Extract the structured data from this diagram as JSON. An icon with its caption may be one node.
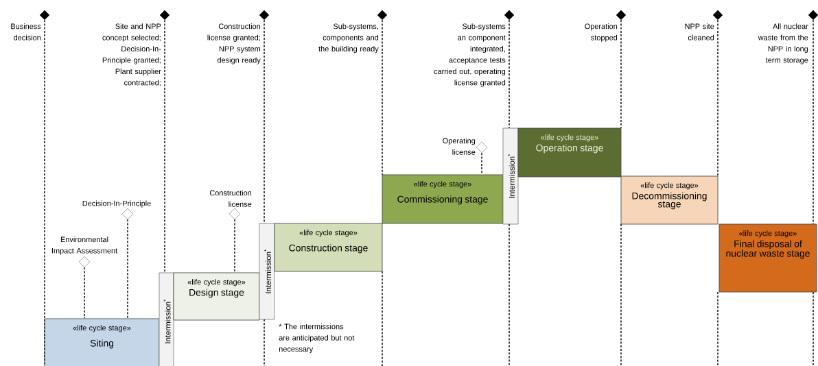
{
  "diagram": {
    "nodes": [
      {
        "text": [],
        "shape": "diamond",
        "beside": [
          "Business decision"
        ]
      },
      {
        "text": [],
        "shape": "diamond",
        "beside": [
          "Site and NPP concept selected; Decision-In-Principle granted; Plant supplier contracted;"
        ]
      },
      {
        "text": [],
        "shape": "diamond",
        "beside": [
          "Construction license granted; NPP system design ready"
        ]
      },
      {
        "text": [],
        "shape": "diamond",
        "beside": [
          "Sub-systems, components and the building ready"
        ]
      },
      {
        "text": [],
        "shape": "diamond",
        "beside": [
          "Sub-systems an component integrated, acceptance tests carried out, operating license granted"
        ]
      },
      {
        "text": [],
        "shape": "diamond",
        "beside": [
          "Operation stopped"
        ]
      },
      {
        "text": [],
        "shape": "diamond",
        "beside": [
          "NPP site cleaned"
        ]
      },
      {
        "text": [],
        "shape": "diamond",
        "beside": [
          "All nuclear waste from the NPP in long term storage"
        ]
      },
      {
        "text": [],
        "shape": "diamond",
        "beside": [
          "Environmental Impact Assessment"
        ]
      },
      {
        "text": [],
        "shape": "diamond",
        "beside": [
          "Decision-In-Principle"
        ]
      },
      {
        "text": [],
        "shape": "diamond",
        "beside": [
          "Construction license"
        ]
      },
      {
        "text": [],
        "shape": "diamond",
        "beside": [
          "Operating license"
        ]
      },
      {
        "text": [
          "«life cycle stage»",
          "Siting"
        ]
      },
      {
        "text": [
          "Intermission$^{*}$"
        ]
      },
      {
        "text": [
          "«life cycle stage»",
          "Design stage"
        ]
      },
      {
        "text": [
          "Intermission$^{*}$"
        ]
      },
      {
        "text": [
          "«life cycle stage»",
          "Construction stage"
        ]
      },
      {
        "text": [
          "«life cycle stage»",
          "Commissioning stage"
        ]
      },
      {
        "text": [
          "Intermission$^{*}$"
        ]
      },
      {
        "text": [
          "«life cycle stage»",
          "Operation stage"
        ]
      },
      {
        "text": [
          "«life cycle stage»",
          "Decommissioning stage"
        ]
      },
      {
        "text": [
          "«life cycle stage»",
          "Final disposal of nuclear waste stage"
        ]
      }
    ],
    "edges": [
      {
        "from": 0,
        "to": 12,
        "arrow": "none",
        "style": "dashed"
      },
      {
        "from": 1,
        "to": 13,
        "arrow": "none",
        "style": "dashed"
      },
      {
        "from": 2,
        "to": null,
        "arrow": "none",
        "style": "dashed"
      },
      {
        "from": 3,
        "to": null,
        "arrow": "none",
        "style": "dashed"
      },
      {
        "from": 4,
        "to": null,
        "arrow": "none",
        "style": "dashed"
      },
      {
        "from": 5,
        "to": null,
        "arrow": "none",
        "style": "dashed"
      },
      {
        "from": 6,
        "to": null,
        "arrow": "none",
        "style": "dashed"
      },
      {
        "from": 7,
        "to": null,
        "arrow": "none",
        "style": "dashed"
      },
      {
        "from": 8,
        "to": 12,
        "arrow": "none",
        "style": "dashed"
      },
      {
        "from": 9,
        "to": 12,
        "arrow": "none",
        "style": "dashed"
      },
      {
        "from": 10,
        "to": 14,
        "arrow": "none",
        "style": "dashed"
      },
      {
        "from": 11,
        "to": 17,
        "arrow": "none",
        "style": "dashed"
      }
    ],
    "labels": [
      "* The intermissions are anticipated but not necessary"
    ]
  }
}
